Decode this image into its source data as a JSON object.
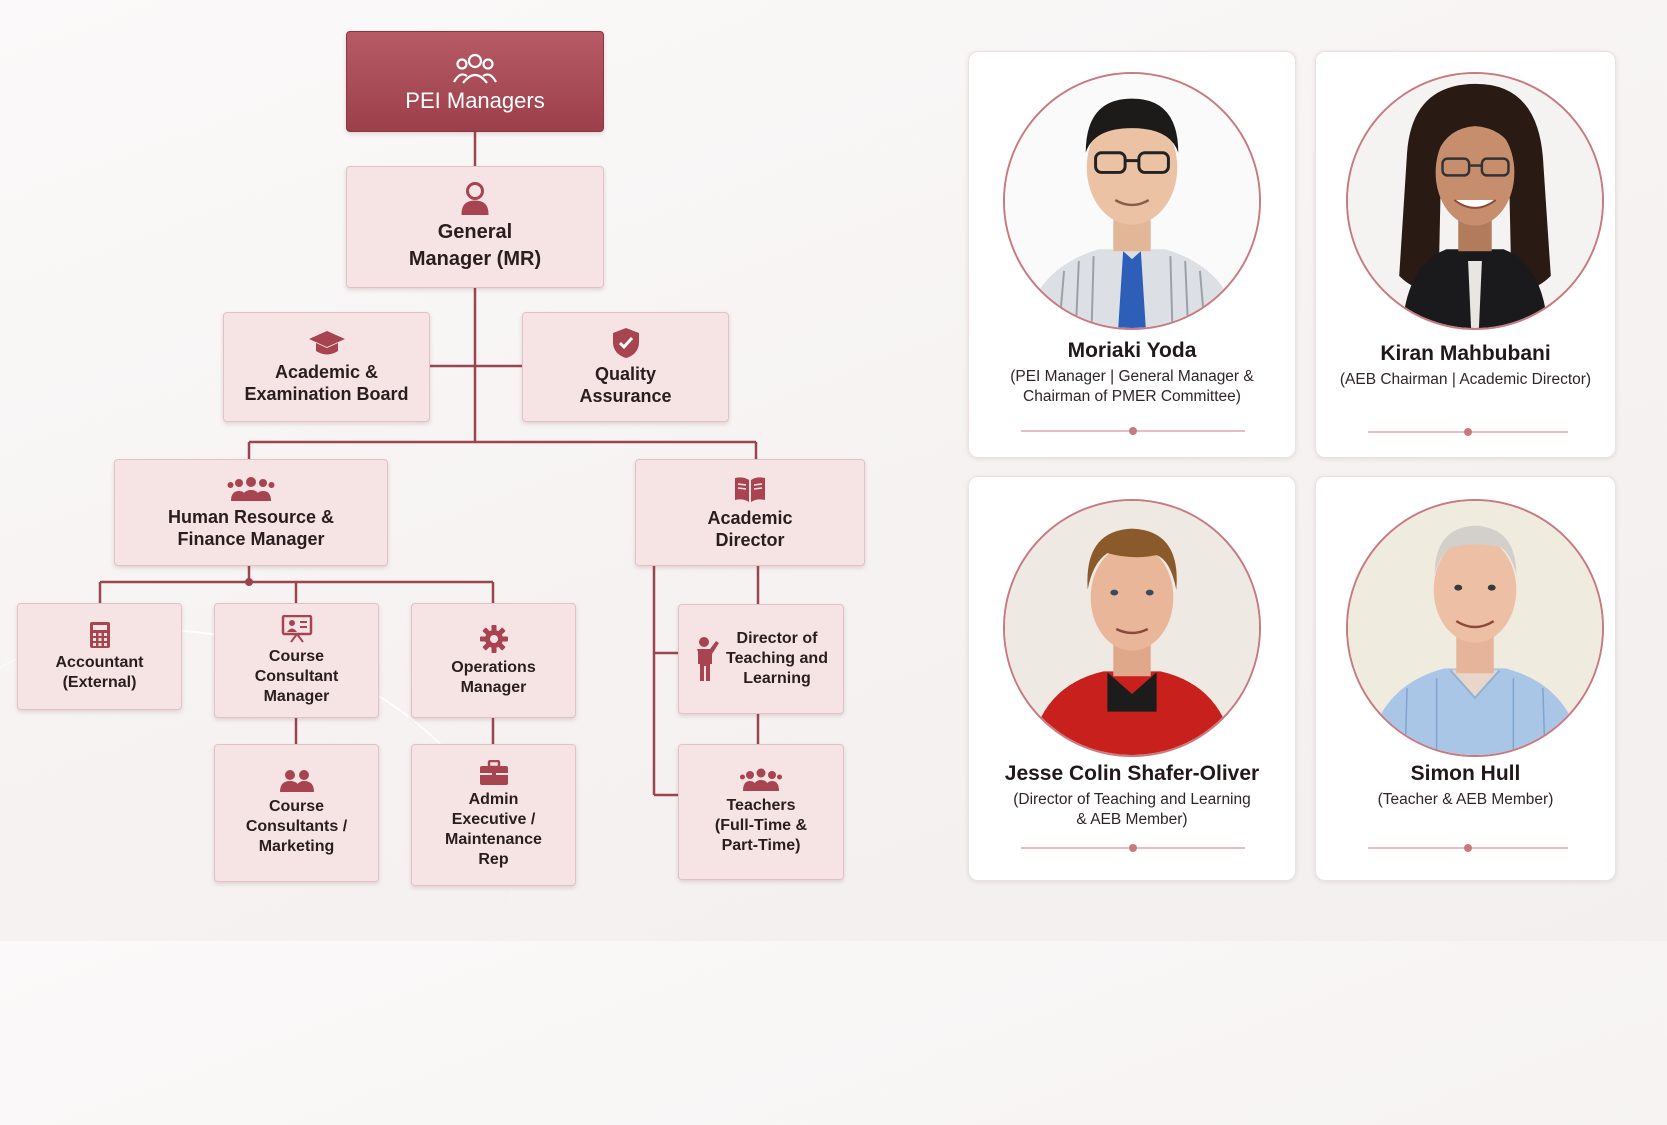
{
  "org_chart": {
    "top": "PEI Managers",
    "general_manager": "General\nManager (MR)",
    "academic_board": "Academic &\nExamination Board",
    "quality_assurance": "Quality\nAssurance",
    "hr_finance": "Human Resource &\nFinance Manager",
    "academic_director": "Academic\nDirector",
    "accountant": "Accountant\n(External)",
    "course_consultant_manager": "Course\nConsultant\nManager",
    "operations_manager": "Operations\nManager",
    "director_tl": "Director of\nTeaching and\nLearning",
    "course_consultants": "Course\nConsultants /\nMarketing",
    "admin_executive": "Admin\nExecutive /\nMaintenance\nRep",
    "teachers": "Teachers\n(Full-Time &\nPart-Time)"
  },
  "people": [
    {
      "name": "Moriaki Yoda",
      "role": "(PEI Manager | General Manager &\nChairman of PMER Committee)"
    },
    {
      "name": "Kiran Mahbubani",
      "role": "(AEB Chairman | Academic Director)"
    },
    {
      "name": "Jesse Colin Shafer-Oliver",
      "role": "(Director of Teaching and Learning\n& AEB Member)"
    },
    {
      "name": "Simon Hull",
      "role": "(Teacher & AEB Member)"
    }
  ],
  "colors": {
    "accent": "#9c3f4b",
    "node_fill": "#f6e4e5",
    "icon": "#a8444f"
  }
}
